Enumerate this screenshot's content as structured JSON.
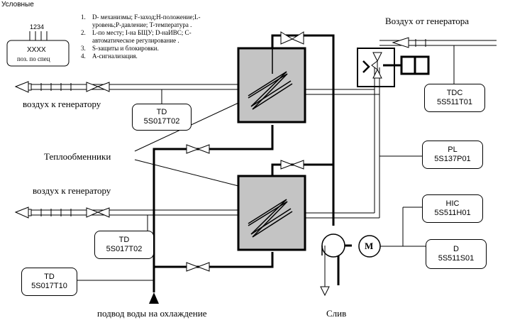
{
  "legend": {
    "title": "Условные",
    "example_numbers": "1234",
    "example_code": "XXXX",
    "example_caption": "поз. по спец",
    "items": [
      {
        "n": "1.",
        "text": "D- механизмы; F-заход;H-положение;L-уровень;P-давление; T-температура ."
      },
      {
        "n": "2.",
        "text": "L-по месту; I-на БЩУ; D-наИВС; C- автоматическое регулирование ."
      },
      {
        "n": "3.",
        "text": "S-защиты и блокировки."
      },
      {
        "n": "4.",
        "text": "A-сигнализация."
      }
    ]
  },
  "labels": {
    "air_from_generator": "Воздух от генератора",
    "air_to_generator_top": "воздух к генератору",
    "air_to_generator_bottom": "воздух к генератору",
    "heat_exchangers": "Теплообменники",
    "water_supply": "подвод воды на охлаждение",
    "drain": "Слив",
    "motor": "M"
  },
  "instruments": {
    "td_top": {
      "name": "TD",
      "code": "5S017T02"
    },
    "td_mid": {
      "name": "TD",
      "code": "5S017T02"
    },
    "td_bottom": {
      "name": "TD",
      "code": "5S017T10"
    },
    "tdc": {
      "name": "TDC",
      "code": "5S511T01"
    },
    "pl": {
      "name": "PL",
      "code": "5S137P01"
    },
    "hic": {
      "name": "HIC",
      "code": "5S511H01"
    },
    "d": {
      "name": "D",
      "code": "5S511S01"
    }
  }
}
